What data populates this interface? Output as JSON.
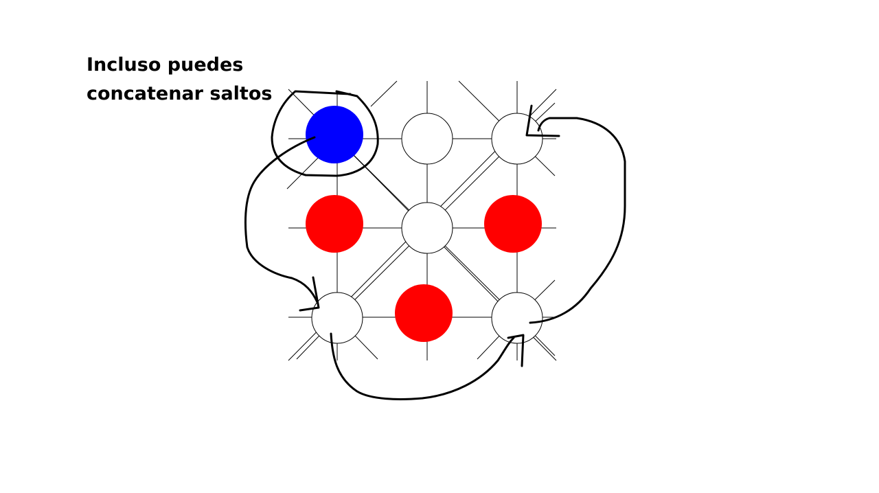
{
  "title": {
    "line1": "Incluso puedes",
    "line2": "concatenar saltos"
  },
  "colors": {
    "blue_piece": "#0000ff",
    "red_piece": "#ff0000",
    "empty_spot": "#ffffff",
    "grid_line": "#000000",
    "drawn_path": "#000000"
  },
  "board": {
    "rows": [
      [
        "blue",
        "empty",
        "empty"
      ],
      [
        "red",
        "empty",
        "red"
      ],
      [
        "empty",
        "red",
        "empty"
      ]
    ]
  },
  "icons": {
    "jump_path": "hand-drawn-arrow-icon"
  }
}
